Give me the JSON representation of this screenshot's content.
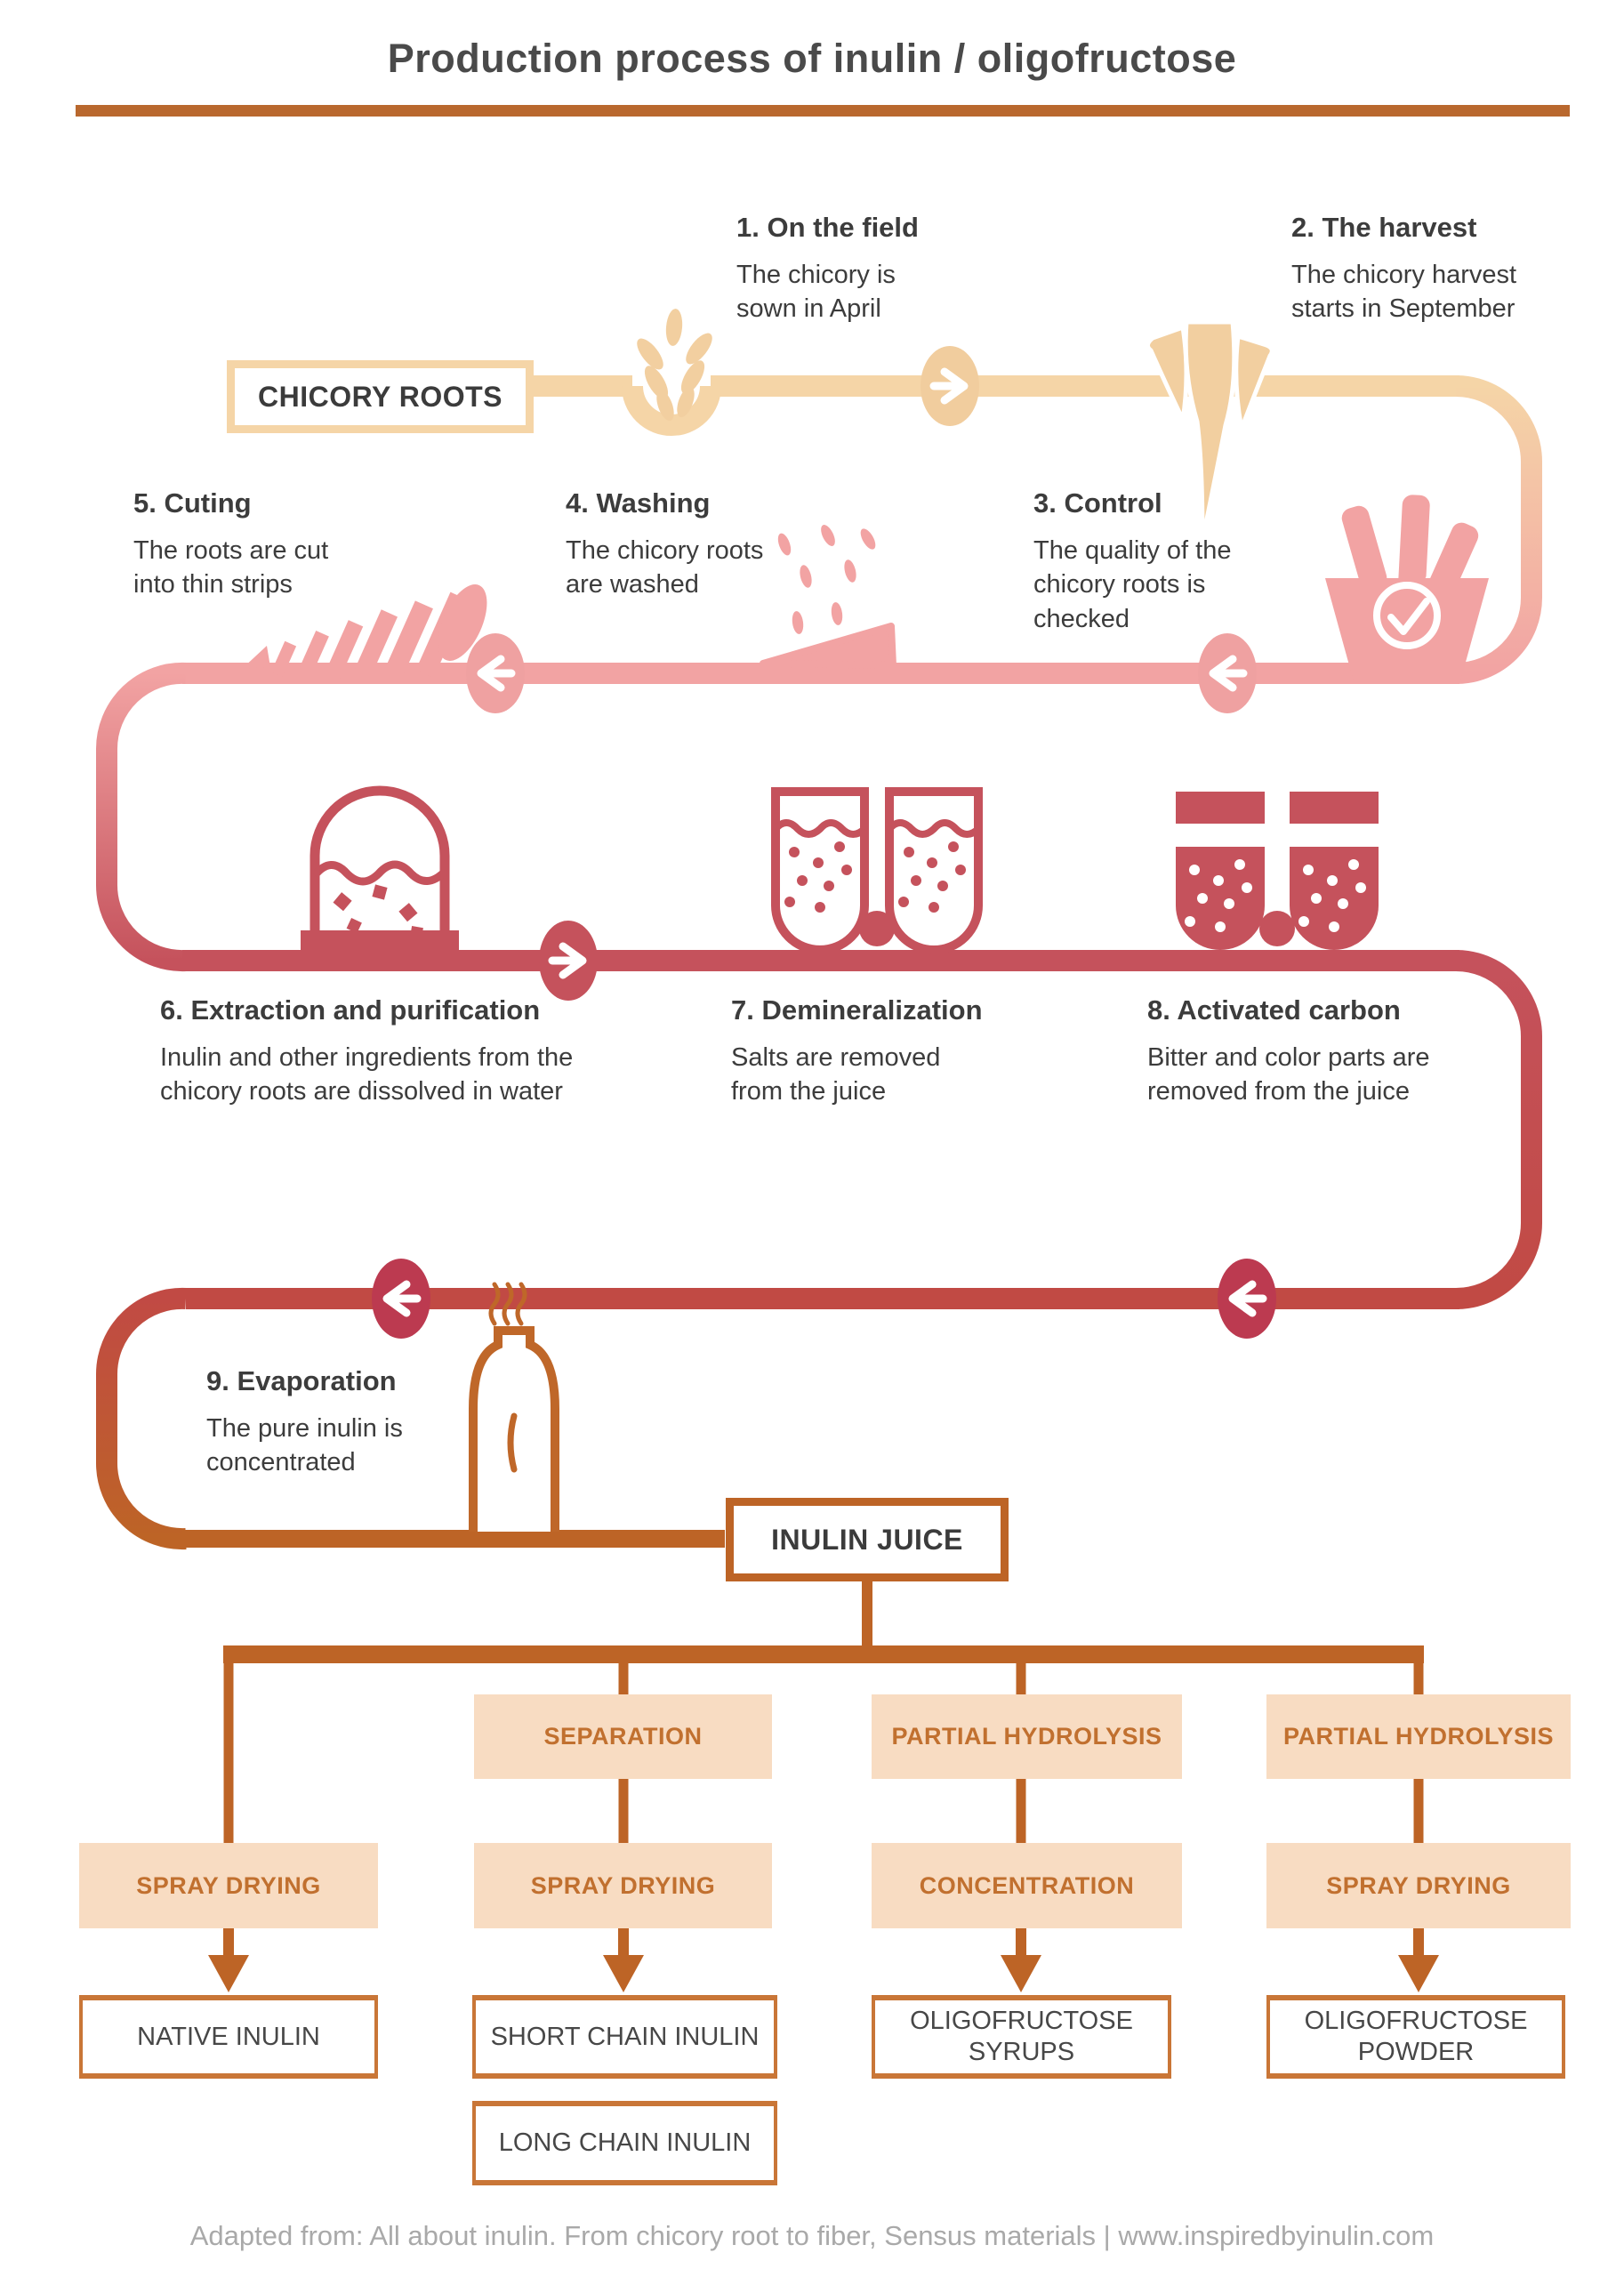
{
  "title": "Production process of inulin / oligofructose",
  "labels": {
    "chicory_roots": "CHICORY ROOTS",
    "inulin_juice": "INULIN JUICE"
  },
  "steps": [
    {
      "label": "1. On the field",
      "description": "The chicory is\nsown in April"
    },
    {
      "label": "2. The harvest",
      "description": "The chicory harvest\nstarts in September"
    },
    {
      "label": "3. Control",
      "description": "The quality of the\nchicory roots is\nchecked"
    },
    {
      "label": "4. Washing",
      "description": "The chicory roots\nare washed"
    },
    {
      "label": "5. Cuting",
      "description": "The roots are cut\ninto thin strips"
    },
    {
      "label": "6. Extraction and purification",
      "description": "Inulin and other ingredients from the\nchicory roots are dissolved in water"
    },
    {
      "label": "7. Demineralization",
      "description": "Salts are removed\nfrom the juice"
    },
    {
      "label": "8. Activated carbon",
      "description": "Bitter and color parts are\nremoved from the juice"
    },
    {
      "label": "9. Evaporation",
      "description": "The pure inulin is\nconcentrated"
    }
  ],
  "tree": {
    "branches": [
      {
        "process1": null,
        "process2": "SPRAY DRYING",
        "products": [
          "NATIVE INULIN"
        ]
      },
      {
        "process1": "SEPARATION",
        "process2": "SPRAY DRYING",
        "products": [
          "SHORT CHAIN INULIN",
          "LONG CHAIN INULIN"
        ]
      },
      {
        "process1": "PARTIAL HYDROLYSIS",
        "process2": "CONCENTRATION",
        "products": [
          "OLIGOFRUCTOSE\nSYRUPS"
        ]
      },
      {
        "process1": "PARTIAL HYDROLYSIS",
        "process2": "SPRAY DRYING",
        "products": [
          "OLIGOFRUCTOSE\nPOWDER"
        ]
      }
    ]
  },
  "footer": "Adapted from: All about inulin. From chicory root to fiber, Sensus materials | www.inspiredbyinulin.com",
  "colors": {
    "title_rule": "#b9682e",
    "path_tan": "#f5d5a7",
    "path_pink": "#f2a3a3",
    "path_crimson": "#c5525c",
    "path_brick": "#c14a44",
    "path_orange": "#bd6426",
    "process_box_fill": "#f8dcc2",
    "process_box_text": "#c1702f",
    "heading_text": "#3c3c3c",
    "footer_text": "#a9a9a9"
  },
  "icons": {
    "step1": "wheat-ear-icon",
    "step2": "chicory-root-bundle-icon",
    "step3": "root-crate-checkmark-icon",
    "step4": "water-drops-root-icon",
    "step5": "sliced-root-icon",
    "step6": "extraction-tank-icon",
    "step7": "demineralization-columns-icon",
    "step8": "activated-carbon-columns-icon",
    "step9": "evaporator-icon",
    "flow_arrows": "flow-direction-arrow-icon"
  }
}
